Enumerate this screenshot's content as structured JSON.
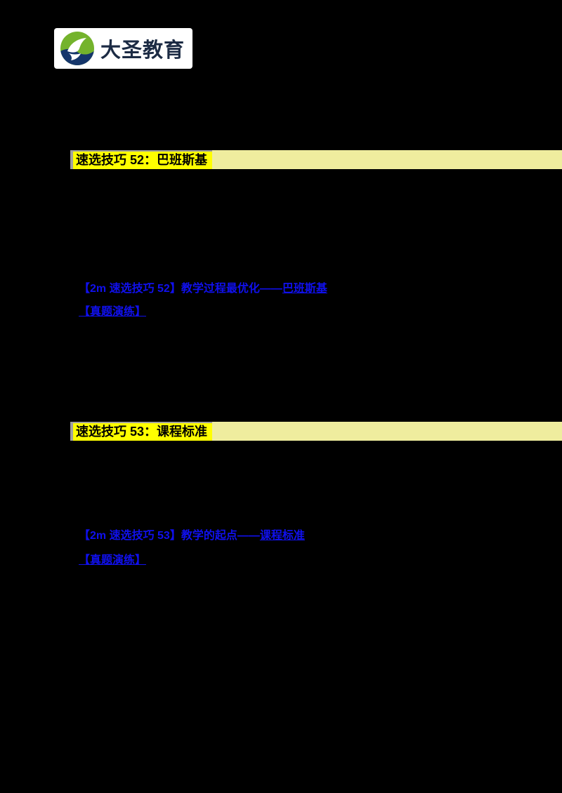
{
  "brand": {
    "name": "大圣教育"
  },
  "colors": {
    "page_bg": "#000000",
    "logo_bg": "#ffffff",
    "logo_green": "#74b32c",
    "logo_navy": "#15366b",
    "heading_highlight": "#ffff00",
    "heading_bar": "#efed9e",
    "heading_text": "#000000",
    "link_blue": "#1010ee"
  },
  "sections": [
    {
      "id": "52",
      "heading": "速选技巧 52：巴班斯基",
      "video_link_prefix": "【2m 速选技巧 52】教学过程最优化——",
      "video_link_target": "巴班斯基",
      "practice_label": "【真题演练】"
    },
    {
      "id": "53",
      "heading": "速选技巧 53：课程标准",
      "video_link_prefix": "【2m 速选技巧 53】教学的起点——",
      "video_link_target": "课程标准",
      "practice_label": "【真题演练】"
    }
  ]
}
